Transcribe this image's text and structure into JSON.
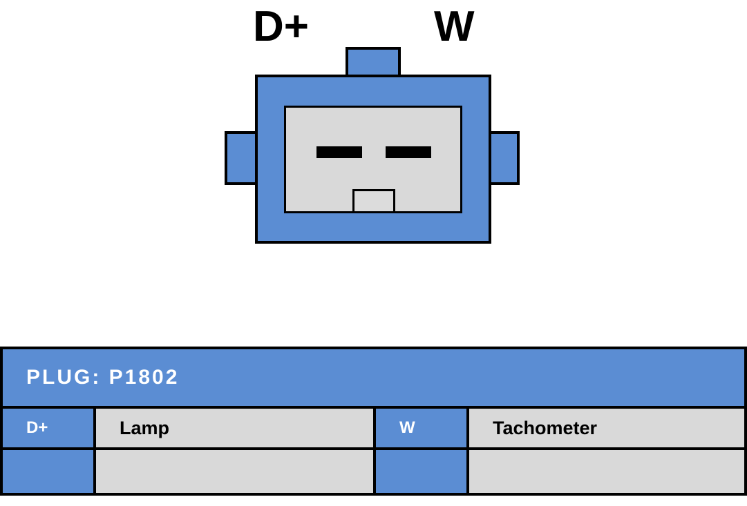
{
  "colors": {
    "blue": "#5b8dd3",
    "gray": "#d9d9d9",
    "border": "#000000",
    "header_text": "#ffffff"
  },
  "diagram": {
    "label_left": "D+",
    "label_right": "W"
  },
  "plug_table": {
    "title": "PLUG: P1802",
    "rows": [
      {
        "pin_a": "D+",
        "desc_a": "Lamp",
        "pin_b": "W",
        "desc_b": "Tachometer"
      },
      {
        "pin_a": "",
        "desc_a": "",
        "pin_b": "",
        "desc_b": ""
      }
    ]
  }
}
